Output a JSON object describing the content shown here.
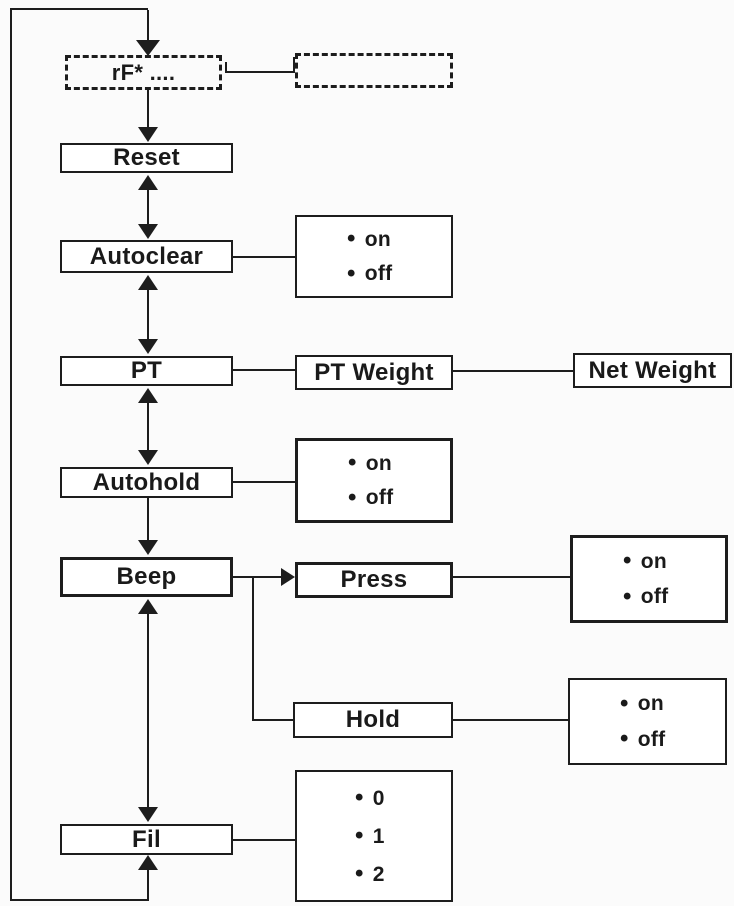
{
  "diagram": {
    "nodes": {
      "rf": {
        "label": "rF* ...."
      },
      "rf_sub": {
        "label": ""
      },
      "reset": {
        "label": "Reset"
      },
      "autoclear": {
        "label": "Autoclear"
      },
      "pt": {
        "label": "PT"
      },
      "pt_weight": {
        "label": "PT Weight"
      },
      "net_weight": {
        "label": "Net Weight"
      },
      "autohold": {
        "label": "Autohold"
      },
      "beep": {
        "label": "Beep"
      },
      "press": {
        "label": "Press"
      },
      "hold": {
        "label": "Hold"
      },
      "fil": {
        "label": "Fil"
      }
    },
    "options": {
      "autoclear": [
        "on",
        "off"
      ],
      "autohold": [
        "on",
        "off"
      ],
      "press": [
        "on",
        "off"
      ],
      "hold": [
        "on",
        "off"
      ],
      "fil": [
        "0",
        "1",
        "2"
      ]
    },
    "glyphs": {
      "bullet": "•"
    },
    "colors": {
      "line": "#1d1d1d",
      "background": "#fbfbfb",
      "box_fill": "#ffffff",
      "text": "#1a1a1a"
    }
  }
}
